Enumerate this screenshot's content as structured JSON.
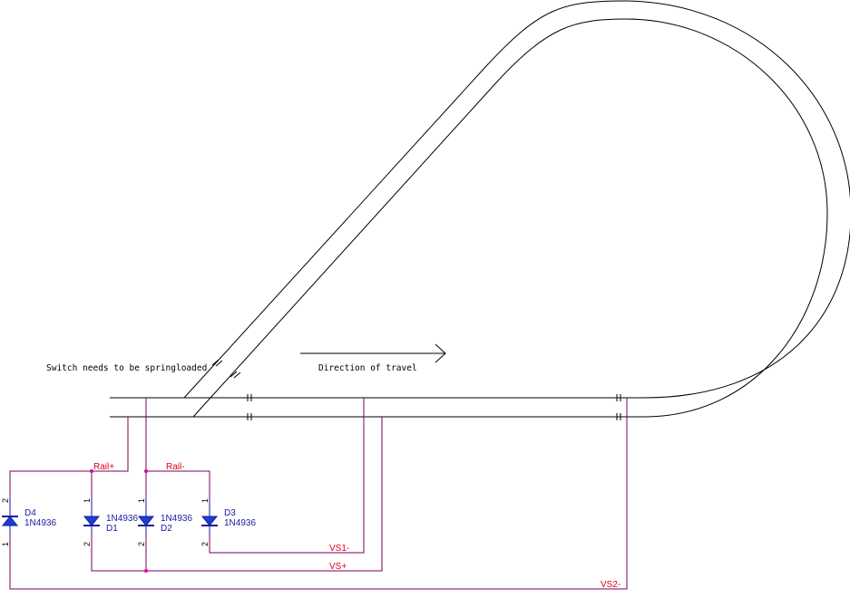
{
  "notes": {
    "switch": "Switch needs to be springloaded",
    "direction": "Direction of travel"
  },
  "nets": {
    "rail_plus": "Rail+",
    "rail_minus": "Rail-",
    "vs1_minus": "VS1-",
    "vs_plus": "VS+",
    "vs2_minus": "VS2-"
  },
  "components": [
    {
      "ref": "D4",
      "value": "1N4936",
      "pin_top": "2",
      "pin_bottom": "1"
    },
    {
      "ref": "D1",
      "value": "1N4936",
      "pin_top": "1",
      "pin_bottom": "2"
    },
    {
      "ref": "D2",
      "value": "1N4936",
      "pin_top": "1",
      "pin_bottom": "2"
    },
    {
      "ref": "D3",
      "value": "1N4936",
      "pin_top": "1",
      "pin_bottom": "2"
    }
  ]
}
